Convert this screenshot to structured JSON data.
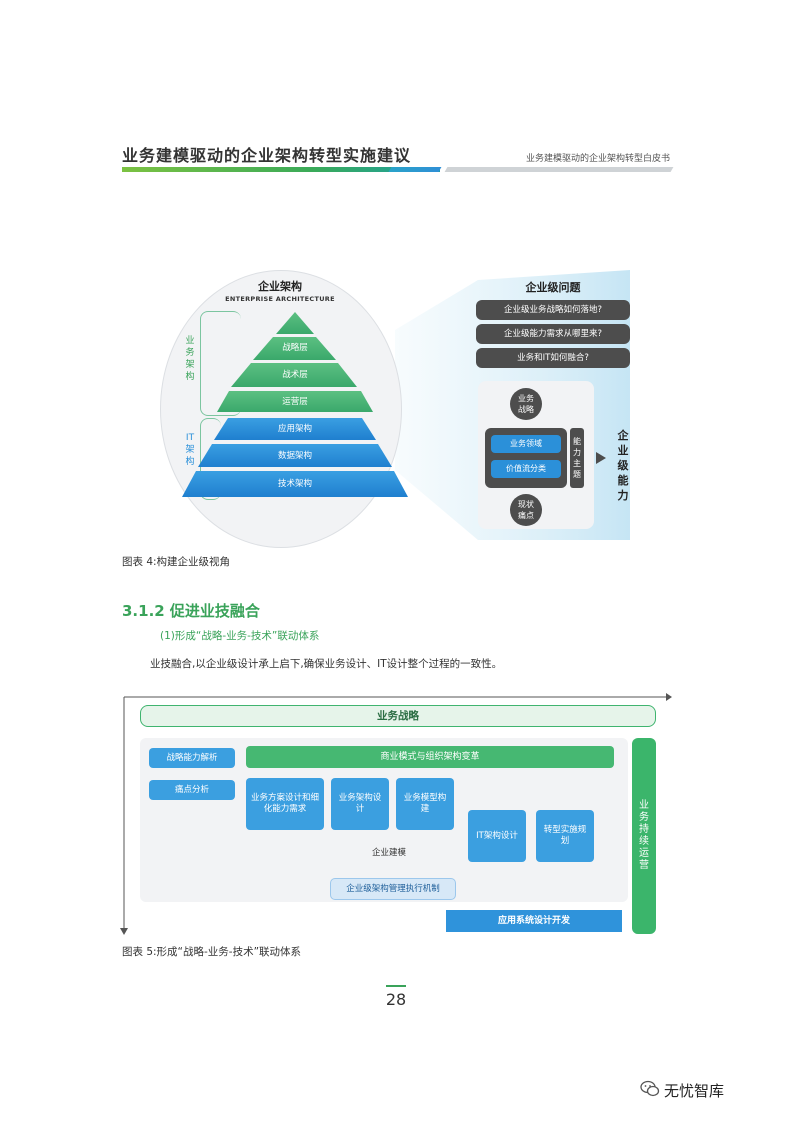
{
  "header": {
    "title": "业务建模驱动的企业架构转型实施建议",
    "subtitle": "业务建模驱动的企业架构转型白皮书"
  },
  "figure4": {
    "ea_title": "企业架构",
    "ea_subtitle": "ENTERPRISE ARCHITECTURE",
    "business_arch_label": "业务架构",
    "it_arch_label": "IT架构",
    "layers": [
      "战略层",
      "战术层",
      "运营层",
      "应用架构",
      "数据架构",
      "技术架构"
    ],
    "questions_title": "企业级问题",
    "questions": [
      "企业级业务战略如何落地?",
      "企业级能力需求从哪里来?",
      "业务和IT如何融合?"
    ],
    "business_strategy": "业务战略",
    "business_domain": "业务领域",
    "value_stream": "价值流分类",
    "capability_theme": "能力主题",
    "current_pain": "现状痛点",
    "enterprise_capability": "企业级能力",
    "caption": "图表 4:构建企业级视角"
  },
  "section": {
    "heading": "3.1.2 促进业技融合",
    "subheading": "(1)形成“战略-业务-技术”联动体系",
    "body": "业技融合,以企业级设计承上启下,确保业务设计、IT设计整个过程的一致性。"
  },
  "figure5": {
    "strategy_bar": "业务战略",
    "strategy_analysis": "战略能力解析",
    "pain_analysis": "痛点分析",
    "business_model_change": "商业模式与组织架构变革",
    "solution_design": "业务方案设计和细化能力需求",
    "business_arch_design": "业务架构设计",
    "business_model_build": "业务模型构建",
    "enterprise_modeling": "企业建模",
    "it_arch_design": "IT架构设计",
    "transformation_plan": "转型实施规划",
    "governance": "企业级架构管理执行机制",
    "app_dev": "应用系统设计开发",
    "continuous_ops": "业务持续运营",
    "caption": "图表 5:形成“战略-业务-技术”联动体系"
  },
  "footer": {
    "page_number": "28",
    "watermark": "无忧智库"
  }
}
